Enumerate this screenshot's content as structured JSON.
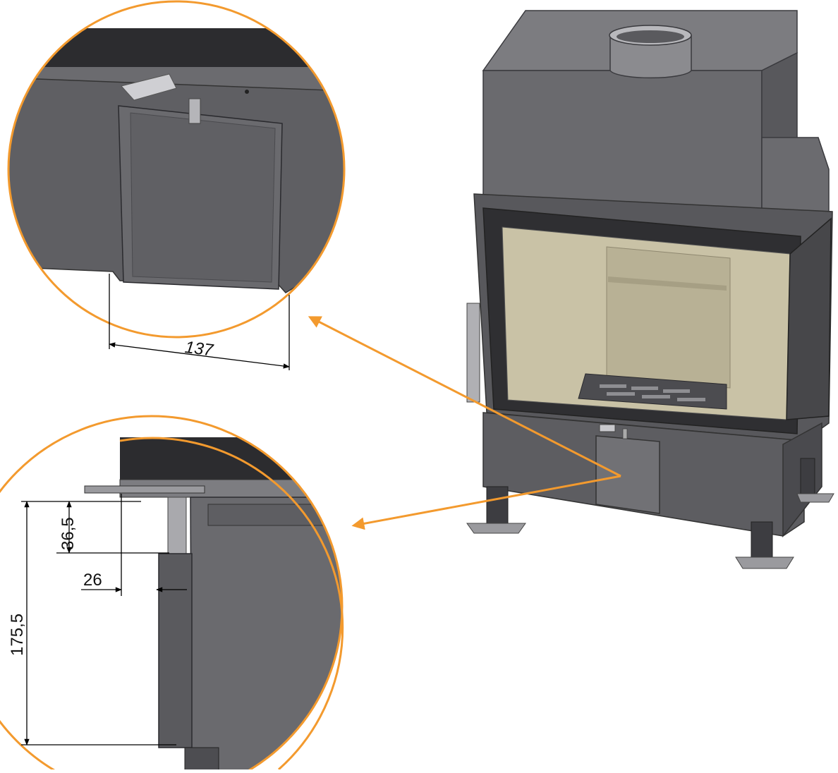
{
  "colors": {
    "accent": "#F39A2E",
    "steel_dark": "#4a4a4e",
    "steel_mid": "#6f6f73",
    "steel_light": "#8a8a8e",
    "glass": "#c9c2a6"
  },
  "dimensions": {
    "width_137": "137",
    "height_36_5": "36,5",
    "offset_26": "26",
    "height_175_5": "175,5"
  }
}
